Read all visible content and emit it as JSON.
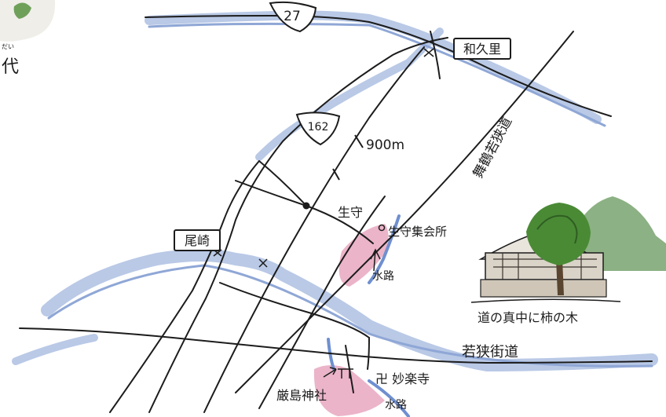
{
  "map": {
    "corner_text": "代",
    "corner_ruby": "だい",
    "routes": {
      "r27": "27",
      "r162": "162"
    },
    "distance": "900m",
    "places": {
      "wakuri": "和久里",
      "ozaki": "尾崎",
      "ogyu": "生守",
      "ogyu_hall": "生守集会所",
      "railway": "舞鶴若狭道",
      "kaido": "若狭街道",
      "waterway1": "水路",
      "waterway2": "水路",
      "temple": "卍 妙楽寺",
      "shrine": "厳島神社",
      "kaki": "道の真中に柿の木"
    },
    "colors": {
      "river": "#b9c9e6",
      "river_edge": "#8fa7d6",
      "pond": "#e8a7bf",
      "ink": "#1c1c1c",
      "tree_green": "#4a8a35",
      "hill_green": "#7fa877"
    }
  }
}
